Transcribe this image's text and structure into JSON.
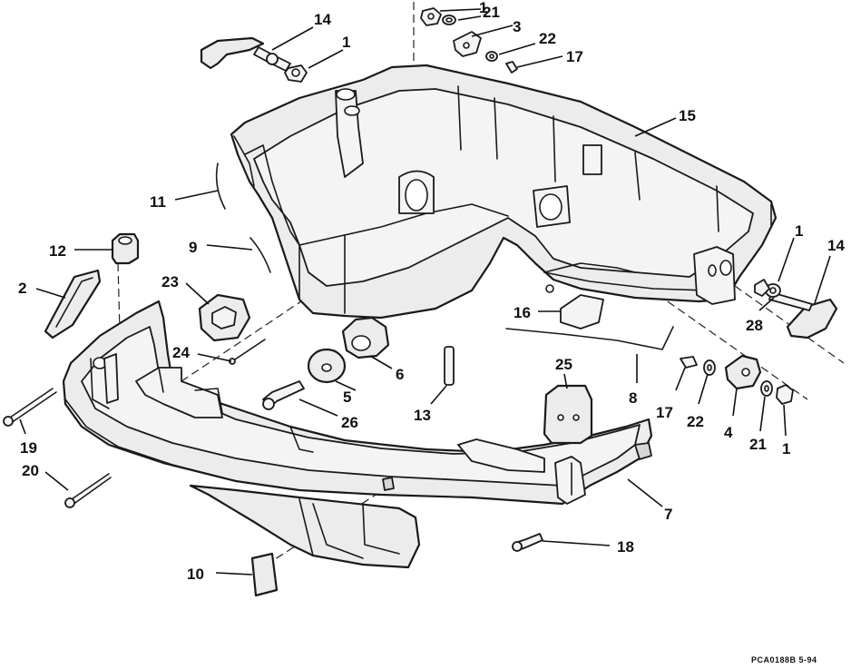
{
  "diagram": {
    "callouts": {
      "c14a": "14",
      "c1a": "1",
      "c21a": "21",
      "c3": "3",
      "c22a": "22",
      "c17a": "17",
      "c1b": "1",
      "c15": "15",
      "c11": "11",
      "c9": "9",
      "c12": "12",
      "c2": "2",
      "c23": "23",
      "c24": "24",
      "c6": "6",
      "c5": "5",
      "c26": "26",
      "c13": "13",
      "c16": "16",
      "c8": "8",
      "c25": "25",
      "c1c": "1",
      "c14b": "14",
      "c28": "28",
      "c17b": "17",
      "c22b": "22",
      "c4": "4",
      "c21b": "21",
      "c1d": "1",
      "c19": "19",
      "c20": "20",
      "c7": "7",
      "c18": "18",
      "c10": "10"
    },
    "reference_code": "PCA0188B  5-94"
  }
}
